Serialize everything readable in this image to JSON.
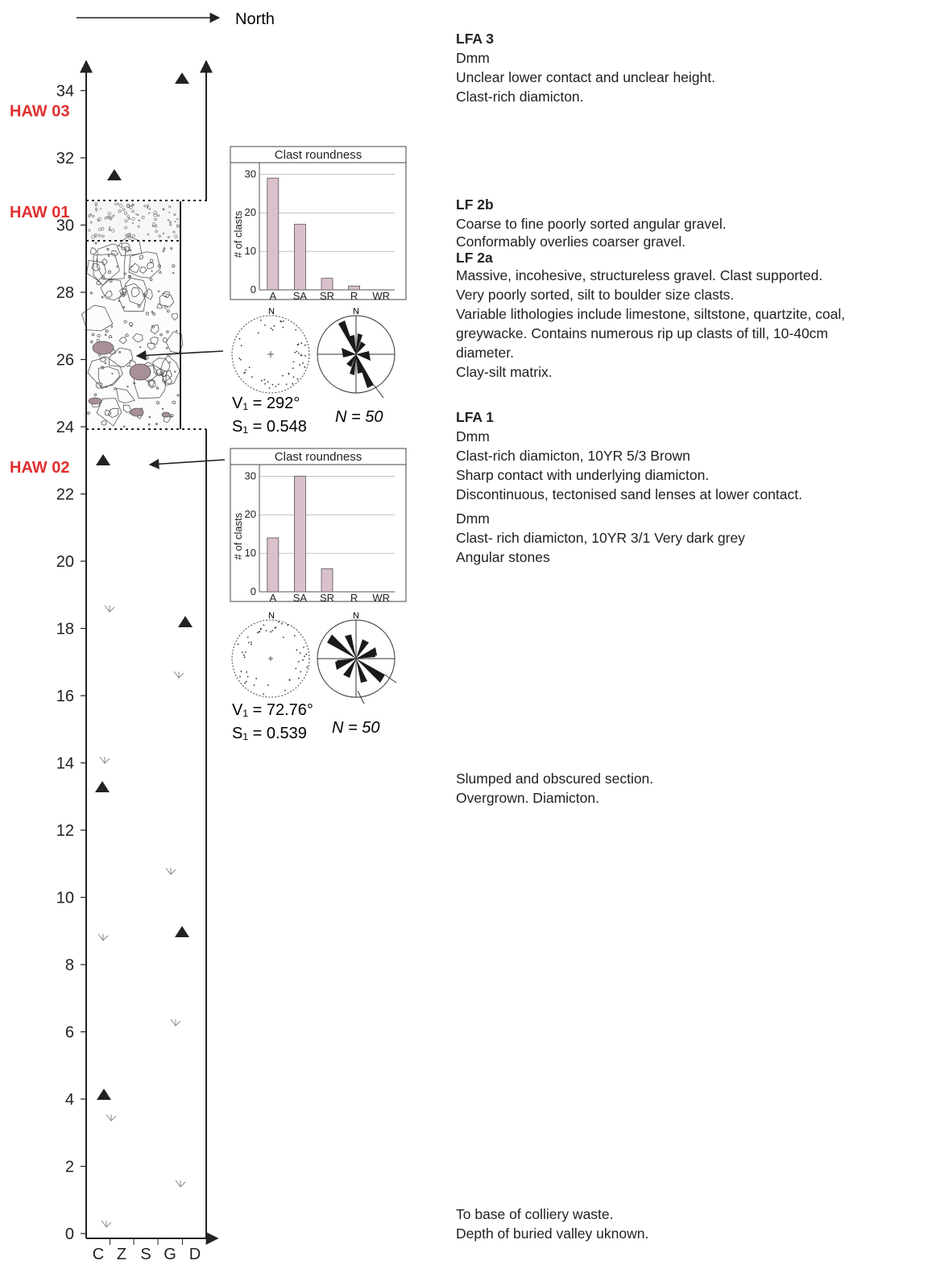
{
  "north_label": "North",
  "y_axis": {
    "ticks": [
      "0",
      "2",
      "4",
      "6",
      "8",
      "10",
      "12",
      "14",
      "16",
      "18",
      "20",
      "22",
      "24",
      "26",
      "28",
      "30",
      "32",
      "34"
    ],
    "x_ticks": [
      "C",
      "Z",
      "S",
      "G",
      "D"
    ]
  },
  "samples": [
    {
      "label": "HAW 03",
      "height_m": 33.4
    },
    {
      "label": "HAW 01",
      "height_m": 30.4
    },
    {
      "label": "HAW 02",
      "height_m": 22.8
    }
  ],
  "colors": {
    "sample_label": "#e03030",
    "clast_bar": "#d9c0cc",
    "log_line": "#222222"
  },
  "fabric_upper": {
    "v1": "V₁ = 292°",
    "s1": "S₁ = 0.548",
    "n": "N = 50",
    "north": "N"
  },
  "fabric_lower": {
    "v1": "V₁ = 72.76°",
    "s1": "S₁ = 0.539",
    "n": "N = 50",
    "north": "N"
  },
  "descriptions": {
    "lfa3": {
      "title": "LFA 3",
      "lines": [
        "Dmm",
        "Unclear lower contact and unclear height.",
        "Clast-rich diamicton."
      ]
    },
    "lf2b": {
      "title": "LF 2b",
      "lines": [
        "Coarse to fine poorly sorted angular gravel.",
        "Conformably overlies coarser gravel."
      ]
    },
    "lf2a": {
      "title": "LF 2a",
      "lines": [
        "Massive, incohesive, structureless gravel. Clast supported.",
        "Very poorly sorted, silt to boulder size clasts.",
        "Variable lithologies include limestone, siltstone, quartzite, coal,",
        "greywacke. Contains numerous rip up clasts of till, 10-40cm",
        "diameter.",
        "Clay-silt matrix."
      ]
    },
    "lfa1": {
      "title": "LFA 1",
      "lines": [
        "Dmm",
        "Clast-rich diamicton, 10YR 5/3 Brown",
        "Sharp contact with underlying diamicton.",
        "Discontinuous, tectonised sand lenses at lower contact."
      ]
    },
    "lower_dmm": {
      "lines": [
        "Dmm",
        "Clast- rich diamicton, 10YR 3/1 Very dark grey",
        "Angular stones"
      ]
    },
    "slumped": {
      "lines": [
        "Slumped and obscured section.",
        "Overgrown. Diamicton."
      ]
    },
    "base": {
      "lines": [
        "To base of colliery waste.",
        "Depth of buried valley uknown."
      ]
    }
  },
  "chart_data": [
    {
      "type": "bar",
      "title": "Clast roundness",
      "ylabel": "# of clasts",
      "categories": [
        "A",
        "SA",
        "SR",
        "R",
        "WR"
      ],
      "values": [
        29,
        17,
        3,
        1,
        0
      ],
      "ylim": [
        0,
        33
      ],
      "yticks": [
        0,
        10,
        20,
        30
      ]
    },
    {
      "type": "bar",
      "title": "Clast roundness",
      "ylabel": "# of clasts",
      "categories": [
        "A",
        "SA",
        "SR",
        "R",
        "WR"
      ],
      "values": [
        14,
        30,
        6,
        0,
        0
      ],
      "ylim": [
        0,
        33
      ],
      "yticks": [
        0,
        10,
        20,
        30
      ]
    }
  ]
}
